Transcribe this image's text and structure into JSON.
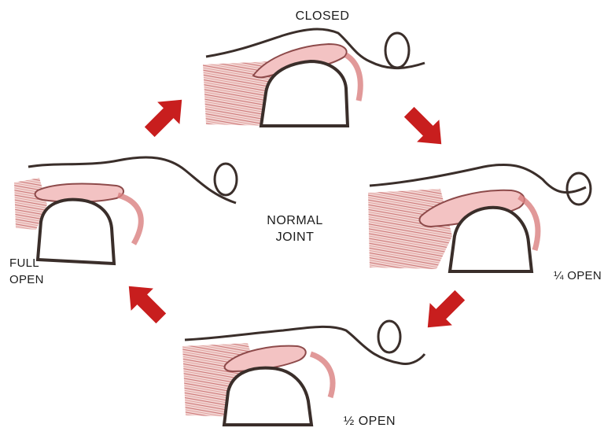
{
  "title": "",
  "labels": {
    "closed": "CLOSED",
    "quarter_open": "¼ OPEN",
    "half_open": "½ OPEN",
    "full_open_line1": "FULL",
    "full_open_line2": "OPEN",
    "center_line1": "NORMAL",
    "center_line2": "JOINT"
  },
  "stages": [
    {
      "name": "closed",
      "label": "CLOSED"
    },
    {
      "name": "quarter-open",
      "label": "¼ OPEN"
    },
    {
      "name": "half-open",
      "label": "½ OPEN"
    },
    {
      "name": "full-open",
      "label": "FULL OPEN"
    }
  ],
  "colors": {
    "arrow": "#c81e1e",
    "disc": "#f3c3c3",
    "muscle": "#d97f7f",
    "outline": "#3a2e2a"
  }
}
